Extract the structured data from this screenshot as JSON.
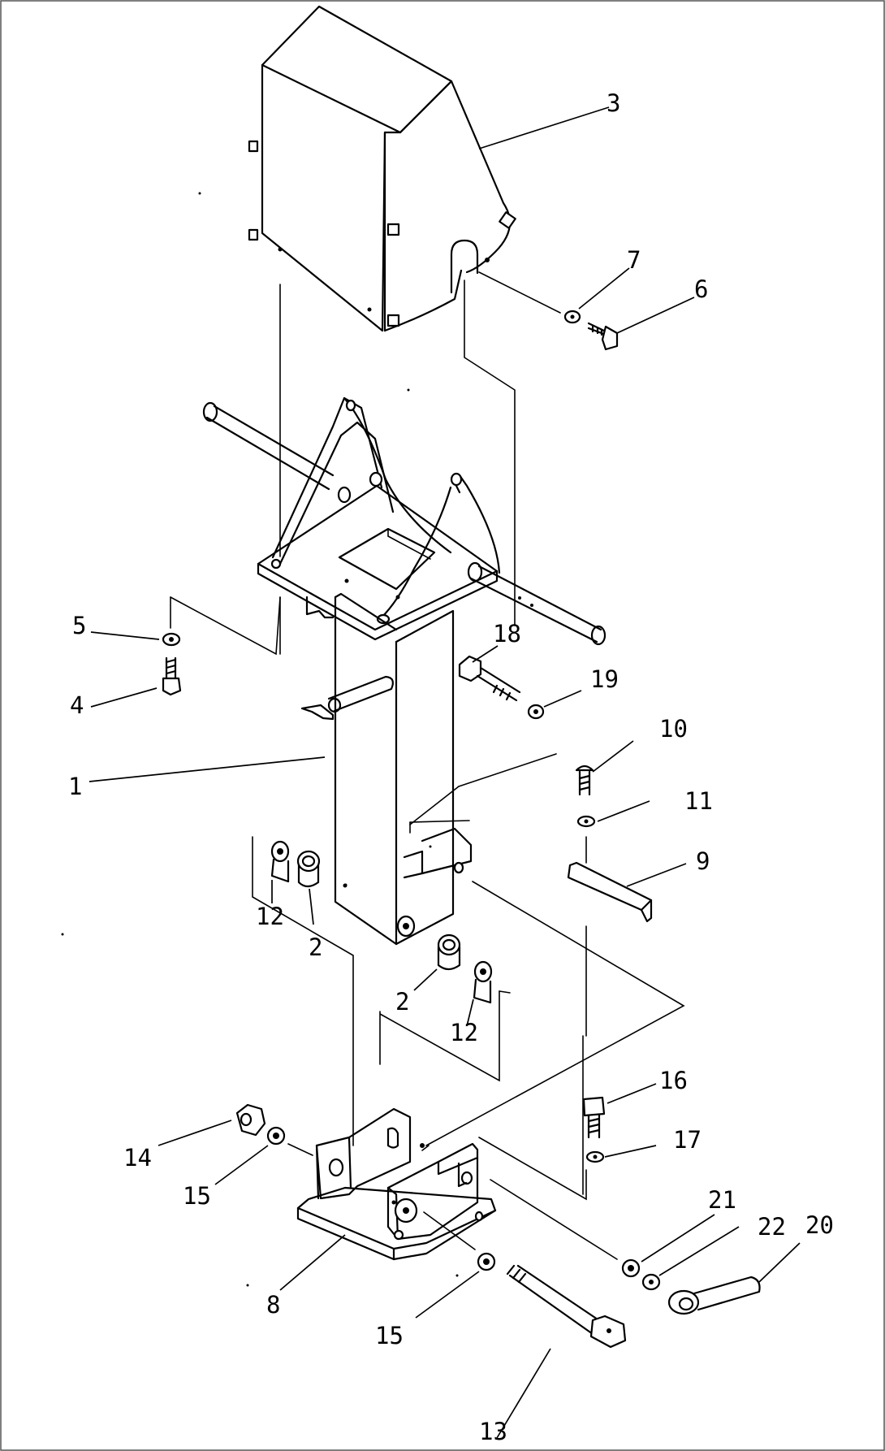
{
  "callouts": [
    {
      "id": "c3",
      "text": "3"
    },
    {
      "id": "c7",
      "text": "7"
    },
    {
      "id": "c6",
      "text": "6"
    },
    {
      "id": "c5",
      "text": "5"
    },
    {
      "id": "c4",
      "text": "4"
    },
    {
      "id": "c18",
      "text": "18"
    },
    {
      "id": "c19",
      "text": "19"
    },
    {
      "id": "c1",
      "text": "1"
    },
    {
      "id": "c10",
      "text": "10"
    },
    {
      "id": "c11",
      "text": "11"
    },
    {
      "id": "c9",
      "text": "9"
    },
    {
      "id": "c12a",
      "text": "12"
    },
    {
      "id": "c2a",
      "text": "2"
    },
    {
      "id": "c2b",
      "text": "2"
    },
    {
      "id": "c12b",
      "text": "12"
    },
    {
      "id": "c16",
      "text": "16"
    },
    {
      "id": "c17",
      "text": "17"
    },
    {
      "id": "c14",
      "text": "14"
    },
    {
      "id": "c15a",
      "text": "15"
    },
    {
      "id": "c21",
      "text": "21"
    },
    {
      "id": "c22",
      "text": "22"
    },
    {
      "id": "c20",
      "text": "20"
    },
    {
      "id": "c8",
      "text": "8"
    },
    {
      "id": "c15b",
      "text": "15"
    },
    {
      "id": "c13",
      "text": "13"
    }
  ]
}
